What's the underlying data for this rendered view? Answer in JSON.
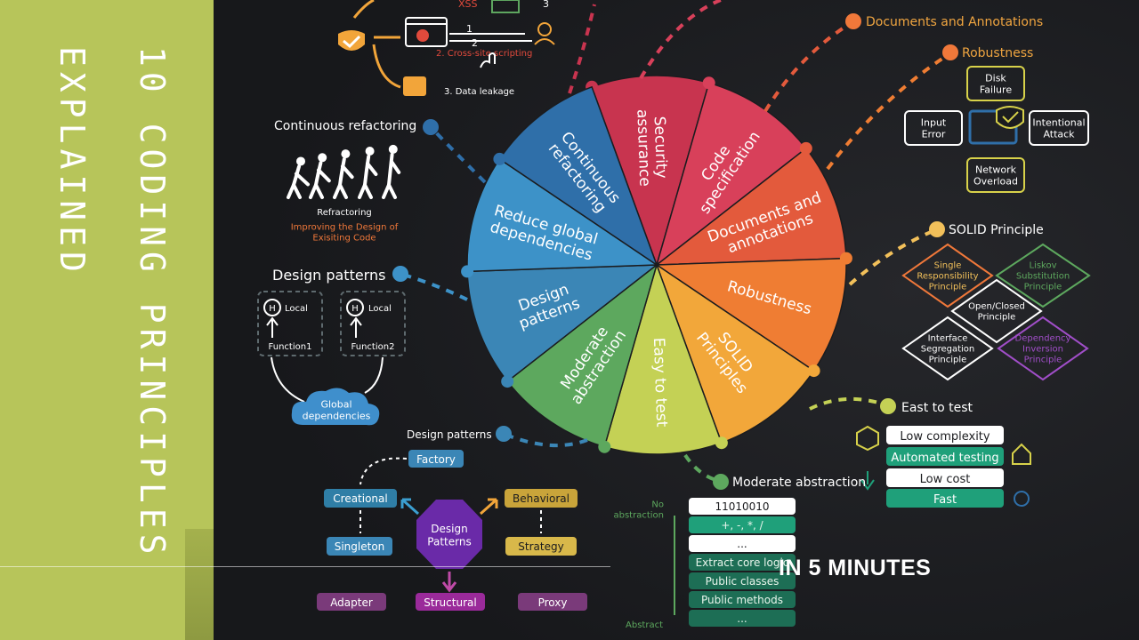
{
  "video": {
    "title_line1": "10 CODING PRINCIPLES",
    "title_line2": "EXPLAINED",
    "subtitle": "IN 5 MINUTES"
  },
  "colors": {
    "panel": "#b7c55a",
    "background": "#1b1c1f",
    "accent_orange": "#f0783a",
    "accent_yellow": "#d9d45a"
  },
  "wheel": {
    "segments": [
      {
        "label": "Security assurance",
        "color": "#c8344f"
      },
      {
        "label": "Code specification",
        "color": "#d8405a"
      },
      {
        "label": "Documents and annotations",
        "color": "#e35a3c"
      },
      {
        "label": "Robustness",
        "color": "#ef7d33"
      },
      {
        "label": "SOLID Principles",
        "color": "#f2a73a"
      },
      {
        "label": "Easy to test",
        "color": "#c4d155"
      },
      {
        "label": "Moderate abstraction",
        "color": "#5da85e"
      },
      {
        "label": "Design patterns",
        "color": "#3b86b6"
      },
      {
        "label": "Reduce global dependencies",
        "color": "#3d92c8"
      },
      {
        "label": "Continuous refactoring",
        "color": "#2f6fa9"
      }
    ]
  },
  "security": {
    "xss_label": "XSS",
    "num1": "1",
    "num2": "2",
    "num3": "3",
    "cross_site": "2. Cross-site scripting",
    "data_leakage": "3. Data leakage"
  },
  "documents": {
    "title": "Documents and Annotations"
  },
  "robustness": {
    "title": "Robustness",
    "disk_failure": "Disk Failure",
    "input_error": "Input Error",
    "intentional_attack": "Intentional Attack",
    "network_overload": "Network Overload"
  },
  "solid": {
    "title": "SOLID Principle",
    "single": "Single Responsibility Principle",
    "liskov": "Liskov Substitution Principle",
    "open_closed": "Open/Closed Principle",
    "interface": "Interface Segregation Principle",
    "dependency": "Dependency Inversion Principle"
  },
  "easy_test": {
    "title": "East to test",
    "items": [
      "Low complexity",
      "Automated testing",
      "Low cost",
      "Fast"
    ]
  },
  "abstraction": {
    "title": "Moderate abstraction",
    "no_abstraction": "No abstraction",
    "abstract": "Abstract",
    "items": [
      "11010010",
      "+, -, *, /",
      "...",
      "Extract core logic",
      "Public classes",
      "Public methods",
      "..."
    ]
  },
  "refactoring": {
    "title": "Continuous refactoring",
    "caption_title": "Refractoring",
    "caption_sub": "Improving the Design of Exisiting Code"
  },
  "global_deps": {
    "title": "Design patterns",
    "h": "H",
    "local": "Local",
    "function1": "Function1",
    "function2": "Function2",
    "cloud": "Global dependencies"
  },
  "patterns": {
    "title": "Design patterns",
    "factory": "Factory",
    "creational": "Creational",
    "behavioral": "Behavioral",
    "singleton": "Singleton",
    "strategy": "Strategy",
    "center": "Design Patterns",
    "adapter": "Adapter",
    "structural": "Structural",
    "proxy": "Proxy"
  }
}
